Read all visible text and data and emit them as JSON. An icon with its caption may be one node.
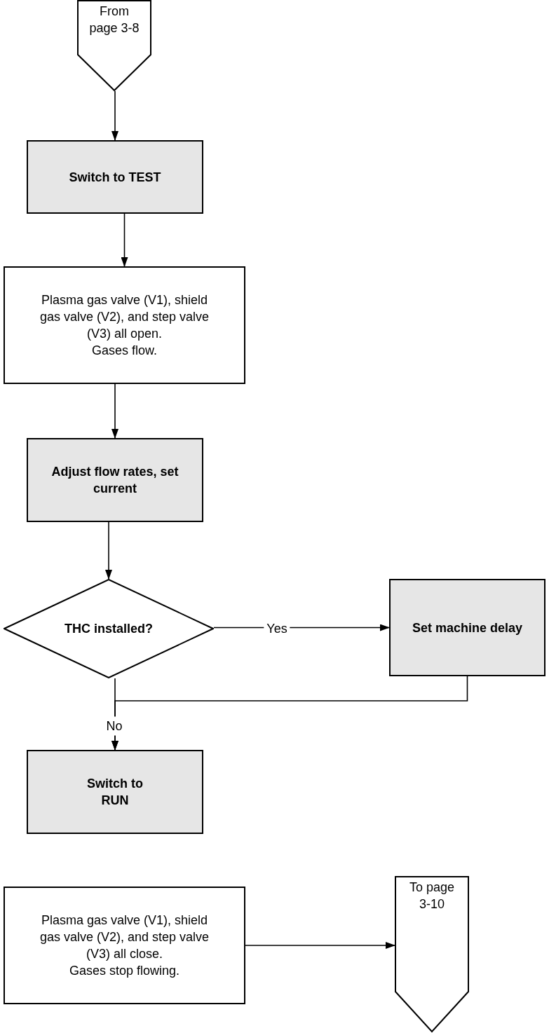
{
  "diagram": {
    "nodes": [
      {
        "text": [
          "From page 3-8"
        ]
      },
      {
        "text": [
          "Switch to TEST"
        ]
      },
      {
        "text": [
          "Plasma gas valve (V1), shield gas valve (V2), and step valve (V3) all open.",
          "Gases flow."
        ]
      },
      {
        "text": [
          "Adjust flow rates, set current"
        ]
      },
      {
        "text": [
          "THC installed?"
        ]
      },
      {
        "text": [
          "Set machine delay"
        ]
      },
      {
        "text": [
          "Switch to RUN"
        ]
      },
      {
        "text": [
          "Plasma gas valve (V1), shield gas valve (V2), and step valve (V3) all close.",
          "Gases stop flowing."
        ]
      },
      {
        "text": [
          "To page 3-10"
        ]
      }
    ],
    "edges": [
      {
        "from": 0,
        "to": 1,
        "arrow": "to"
      },
      {
        "from": 1,
        "to": 2,
        "arrow": "to"
      },
      {
        "from": 2,
        "to": 3,
        "arrow": "to"
      },
      {
        "from": 3,
        "to": 4,
        "arrow": "to"
      },
      {
        "from": 4,
        "to": 5,
        "arrow": "to",
        "label": "Yes"
      },
      {
        "from": 4,
        "to": 6,
        "arrow": "to",
        "label": "No"
      },
      {
        "from": 5,
        "to": 6,
        "arrow": "to"
      },
      {
        "from": 7,
        "to": 8,
        "arrow": "to"
      }
    ]
  }
}
